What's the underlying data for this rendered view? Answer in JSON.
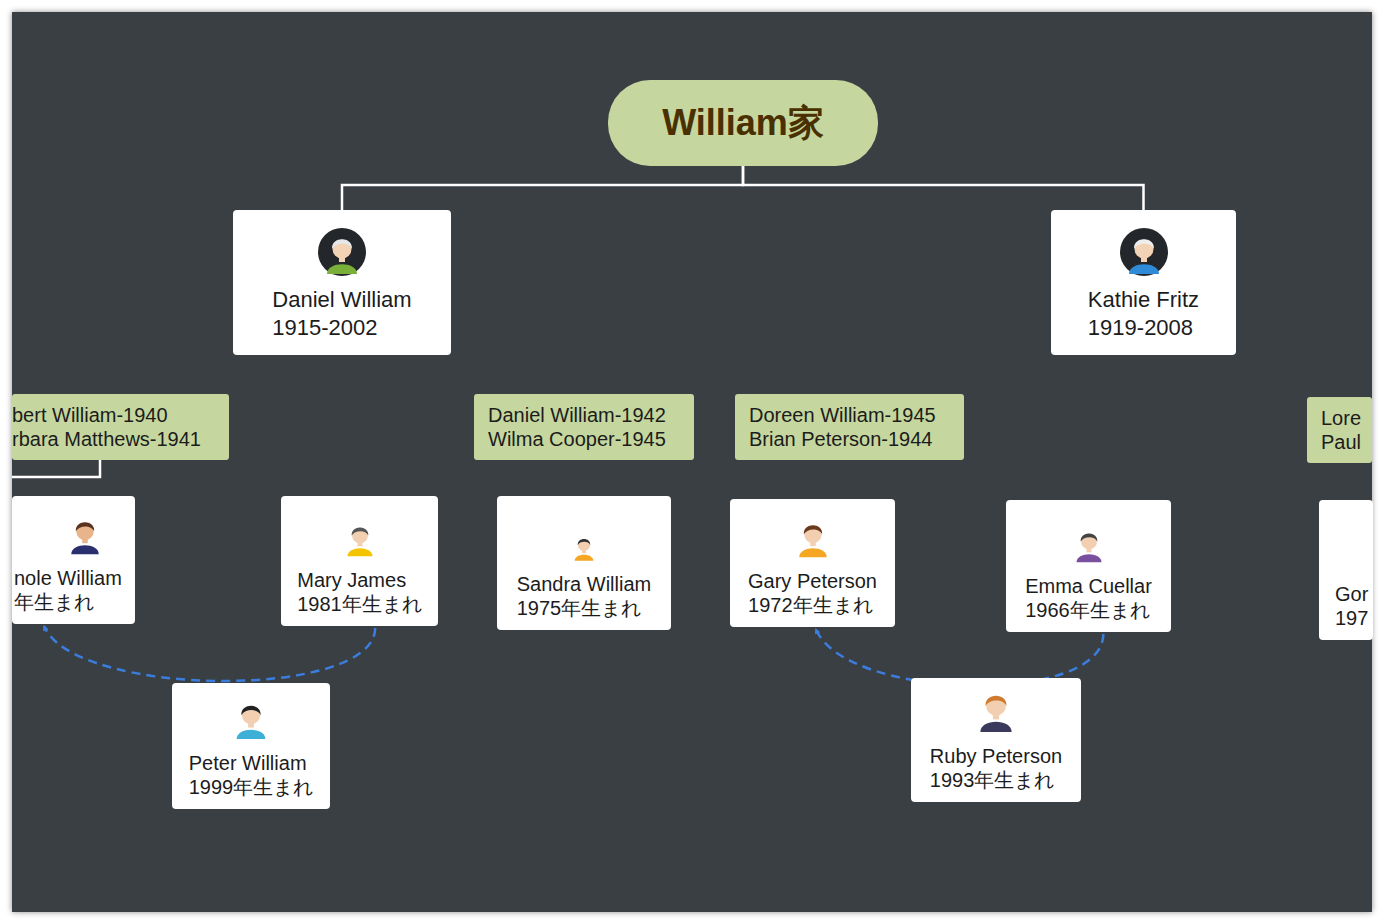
{
  "diagram": {
    "nodes": [
      {
        "text": [
          "William家"
        ]
      },
      {
        "text": [
          "Daniel William",
          "1915-2002"
        ]
      },
      {
        "text": [
          "Kathie Fritz",
          "1919-2008"
        ]
      },
      {
        "text": [
          "bert William-1940",
          "rbara Matthews-1941"
        ]
      },
      {
        "text": [
          "Daniel William-1942",
          "Wilma Cooper-1945"
        ]
      },
      {
        "text": [
          "Doreen William-1945",
          "Brian Peterson-1944"
        ]
      },
      {
        "text": [
          "Lore",
          "Paul"
        ]
      },
      {
        "text": [
          "nole William",
          "年生まれ"
        ]
      },
      {
        "text": [
          "Mary James",
          "1981年生まれ"
        ]
      },
      {
        "text": [
          "Sandra William",
          "1975年生まれ"
        ]
      },
      {
        "text": [
          "Gary Peterson",
          "1972年生まれ"
        ]
      },
      {
        "text": [
          "Emma Cuellar",
          "1966年生まれ"
        ]
      },
      {
        "text": [
          "Gor",
          "197"
        ]
      },
      {
        "text": [
          "Peter William",
          "1999年生まれ"
        ]
      },
      {
        "text": [
          "Ruby Peterson",
          "1993年生まれ"
        ]
      }
    ],
    "edges": [
      {
        "from": 0,
        "to": 1,
        "arrow": "none"
      },
      {
        "from": 0,
        "to": 2,
        "arrow": "none"
      },
      {
        "from": 8,
        "to": 7,
        "arrow": "to"
      },
      {
        "from": 11,
        "to": 10,
        "arrow": "to"
      }
    ]
  }
}
